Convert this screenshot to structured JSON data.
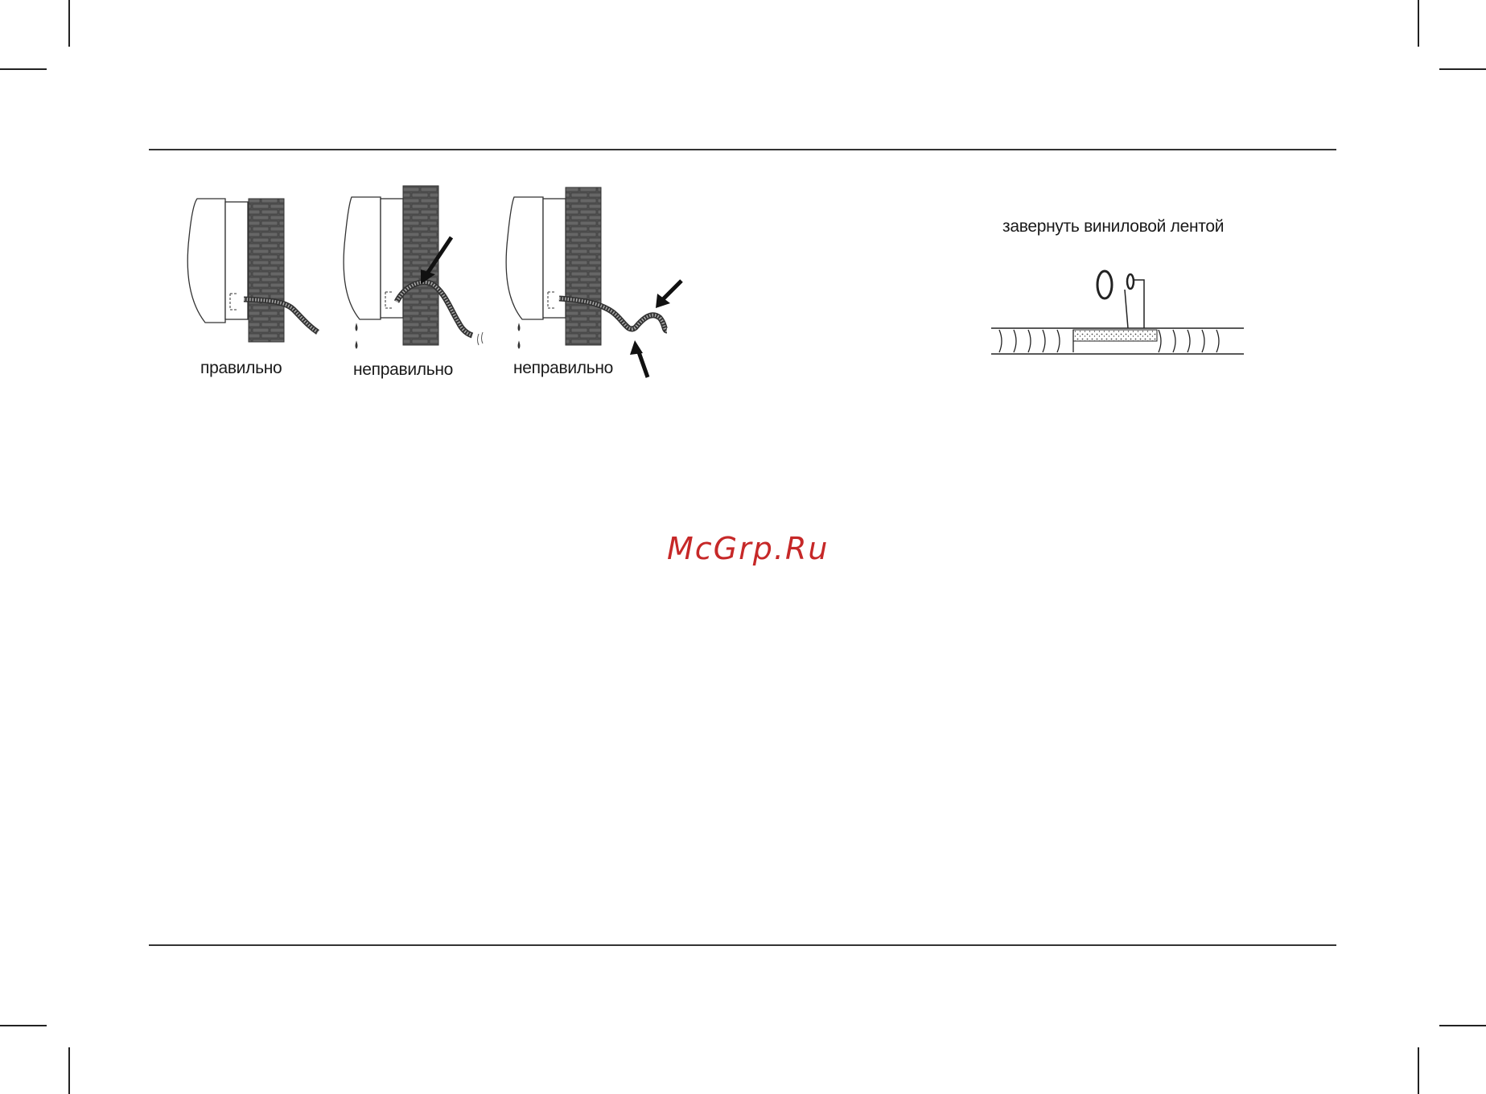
{
  "figures": {
    "drain": [
      {
        "caption": "правильно"
      },
      {
        "caption": "неправильно"
      },
      {
        "caption": "неправильно"
      }
    ],
    "tape": {
      "caption": "завернуть виниловой лентой"
    }
  },
  "watermark": "McGrp.Ru",
  "colors": {
    "brick": "#555555",
    "line": "#222222",
    "watermark": "#c62828"
  }
}
